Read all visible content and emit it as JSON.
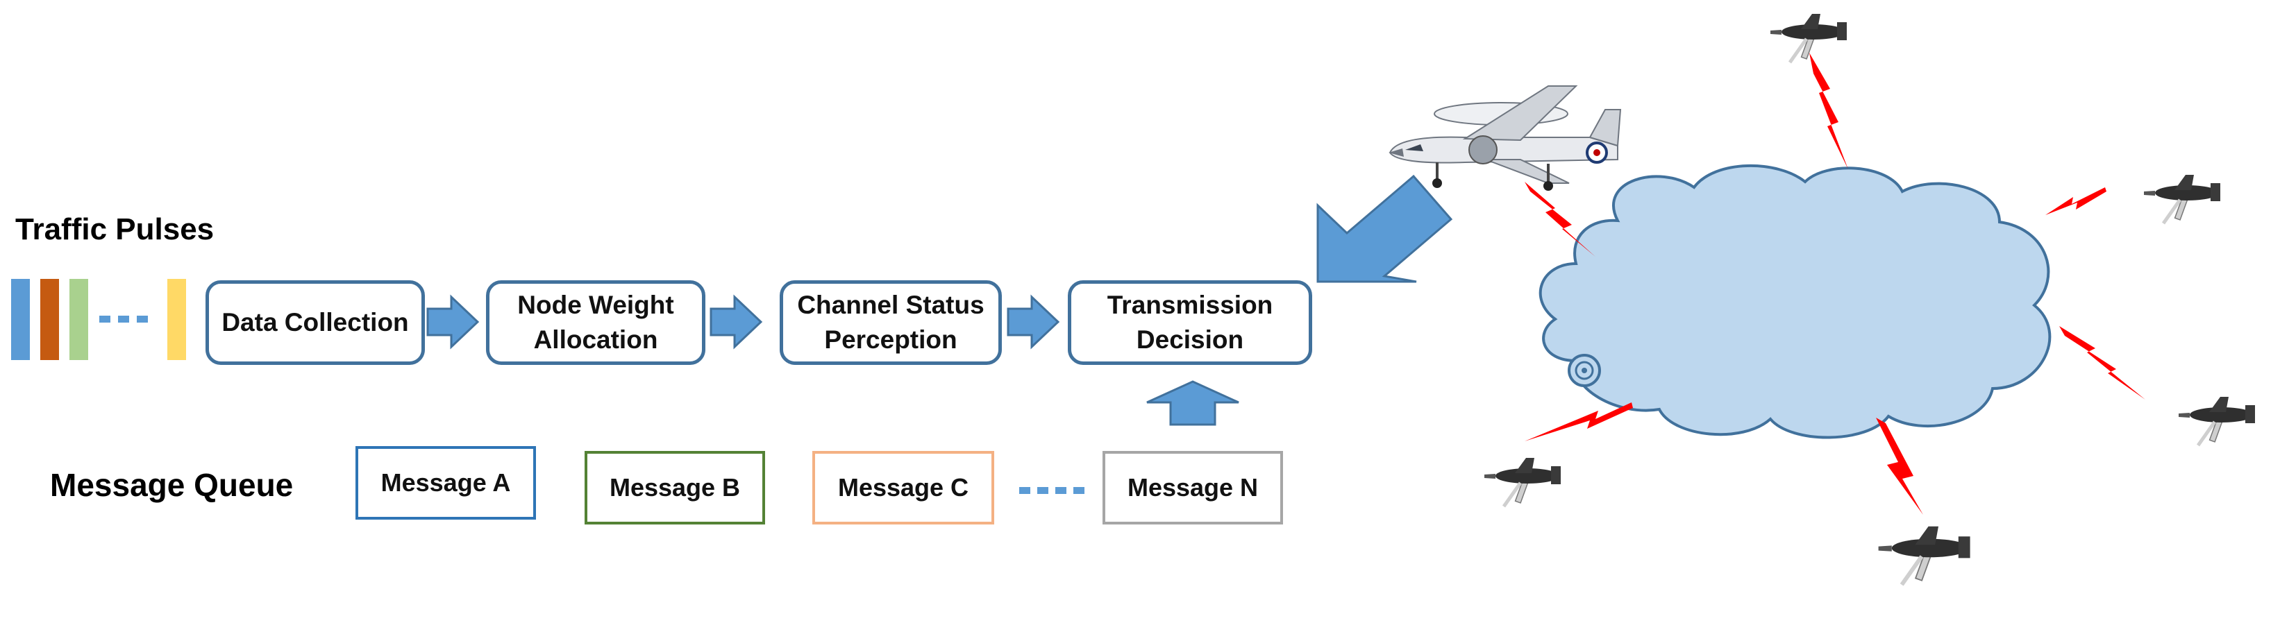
{
  "traffic_pulses": {
    "title": "Traffic Pulses",
    "bar_colors": [
      "#5b9bd5",
      "#c55a11",
      "#a9d18e",
      "#ffd966"
    ],
    "ellipsis_color": "#5b9bd5"
  },
  "pipeline": {
    "stages": [
      {
        "label": "Data Collection"
      },
      {
        "label": "Node Weight Allocation"
      },
      {
        "label": "Channel Status Perception"
      },
      {
        "label": "Transmission Decision"
      }
    ],
    "arrow_color": "#5b9bd5",
    "box_border_color": "#41719c"
  },
  "message_queue": {
    "title": "Message Queue",
    "messages": [
      {
        "label": "Message A",
        "border_color": "#2e75b6"
      },
      {
        "label": "Message B",
        "border_color": "#548235"
      },
      {
        "label": "Message C",
        "border_color": "#f4b183"
      },
      {
        "label": "Message N",
        "border_color": "#a6a6a6"
      }
    ]
  },
  "network": {
    "cloud_fill": "#bdd7ee",
    "cloud_stroke": "#41719c",
    "link_color": "#ff0000",
    "hub_icon": "awacs-aircraft-icon",
    "node_icon": "uav-drone-icon",
    "node_count": 6
  }
}
